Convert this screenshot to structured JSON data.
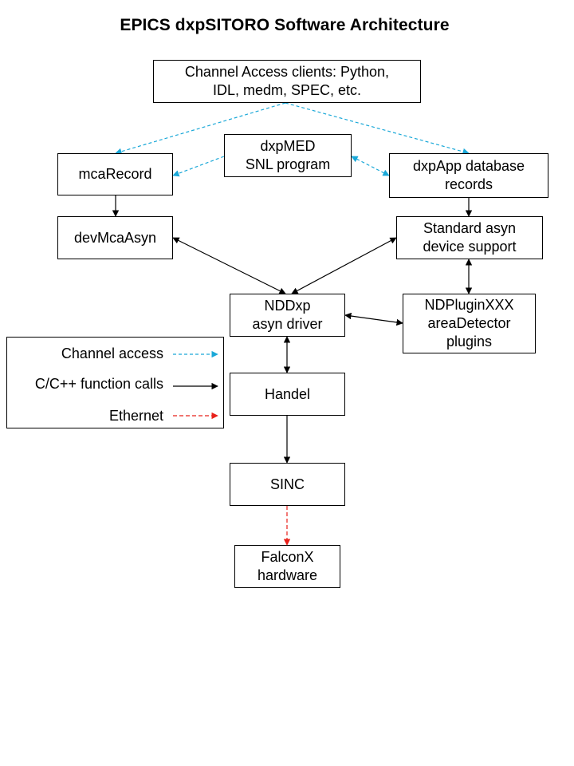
{
  "title": "EPICS dxpSITORO Software Architecture",
  "colors": {
    "channel_access": "#1aa8d8",
    "function_calls": "#000000",
    "ethernet": "#e8201a"
  },
  "boxes": {
    "ca_clients": [
      "Channel Access clients: Python,",
      "IDL, medm, SPEC, etc."
    ],
    "mca_record": [
      "mcaRecord"
    ],
    "dxp_med": [
      "dxpMED",
      "SNL program"
    ],
    "dxp_app": [
      "dxpApp database",
      "records"
    ],
    "dev_mca_asyn": [
      "devMcaAsyn"
    ],
    "std_asyn": [
      "Standard asyn",
      "device support"
    ],
    "nd_dxp": [
      "NDDxp",
      "asyn driver"
    ],
    "nd_plugin": [
      "NDPluginXXX",
      "areaDetector",
      "plugins"
    ],
    "handel": [
      "Handel"
    ],
    "sinc": [
      "SINC"
    ],
    "falconx": [
      "FalconX",
      "hardware"
    ]
  },
  "legend": {
    "channel_access": "Channel  access",
    "function_calls": "C/C++ function calls",
    "ethernet": "Ethernet"
  }
}
